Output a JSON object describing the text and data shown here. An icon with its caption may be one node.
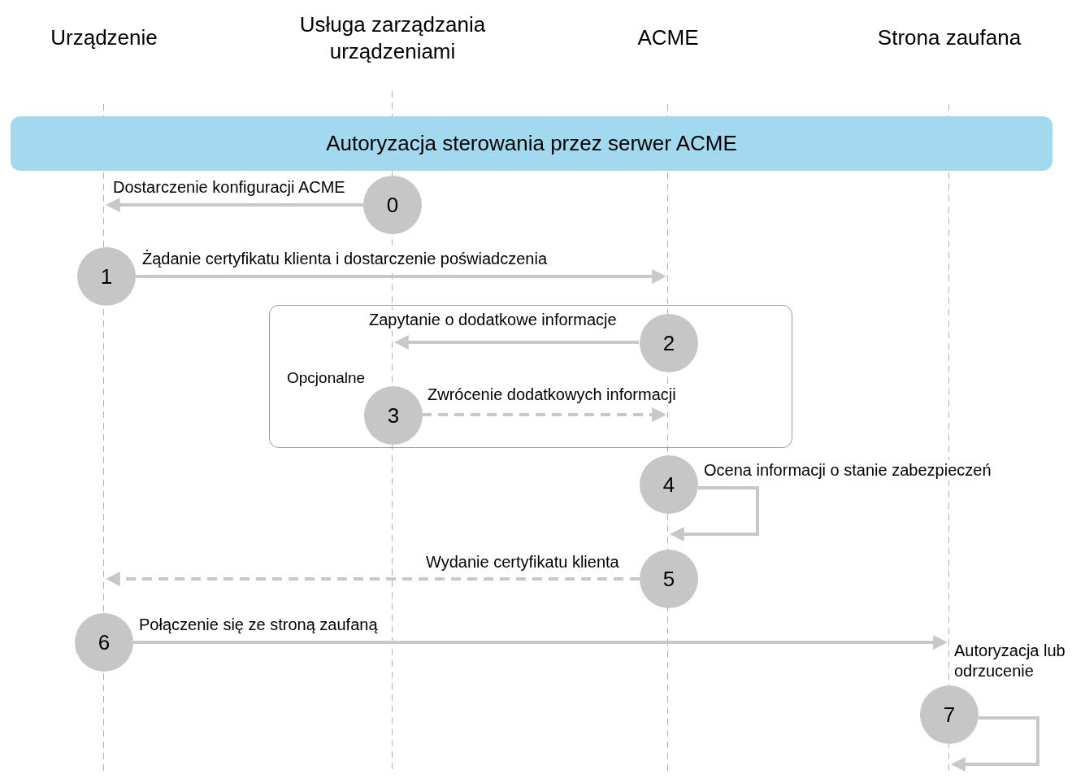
{
  "diagram": {
    "nodes": [
      {
        "text": [
          "Urządzenie"
        ]
      },
      {
        "text": [
          "Usługa zarządzania urządzeniami"
        ]
      },
      {
        "text": [
          "ACME"
        ]
      },
      {
        "text": [
          "Strona zaufana"
        ]
      },
      {
        "text": [
          "Autoryzacja sterowania przez serwer ACME"
        ]
      },
      {
        "text": [
          "0"
        ]
      },
      {
        "text": [
          "1"
        ]
      },
      {
        "text": [
          "Opcjonalne"
        ]
      },
      {
        "text": [
          "2"
        ],
        "in": 7
      },
      {
        "text": [
          "3"
        ],
        "in": 7
      },
      {
        "text": [
          "4"
        ]
      },
      {
        "text": [
          "5"
        ]
      },
      {
        "text": [
          "6"
        ]
      },
      {
        "text": [
          "7"
        ]
      }
    ],
    "edges": [
      {
        "from": 5,
        "to": 0,
        "arrow": "to",
        "label": "Dostarczenie konfiguracji ACME"
      },
      {
        "from": 6,
        "to": 2,
        "arrow": "to",
        "label": "Żądanie certyfikatu klienta i dostarczenie poświadczenia"
      },
      {
        "from": 8,
        "to": 1,
        "arrow": "to",
        "label": "Zapytanie o dodatkowe informacje"
      },
      {
        "from": 9,
        "to": 2,
        "arrow": "to",
        "label": "Zwrócenie dodatkowych informacji",
        "style": "dashed"
      },
      {
        "from": 10,
        "to": 2,
        "arrow": "to",
        "label": "Ocena informacji o stanie zabezpieczeń"
      },
      {
        "from": 11,
        "to": 0,
        "arrow": "to",
        "label": "Wydanie certyfikatu klienta",
        "style": "dashed"
      },
      {
        "from": 12,
        "to": 3,
        "arrow": "to",
        "label": "Połączenie się ze stroną zaufaną"
      },
      {
        "from": 13,
        "to": 3,
        "arrow": "to",
        "label": "Autoryzacja lub odrzucenie"
      }
    ]
  }
}
